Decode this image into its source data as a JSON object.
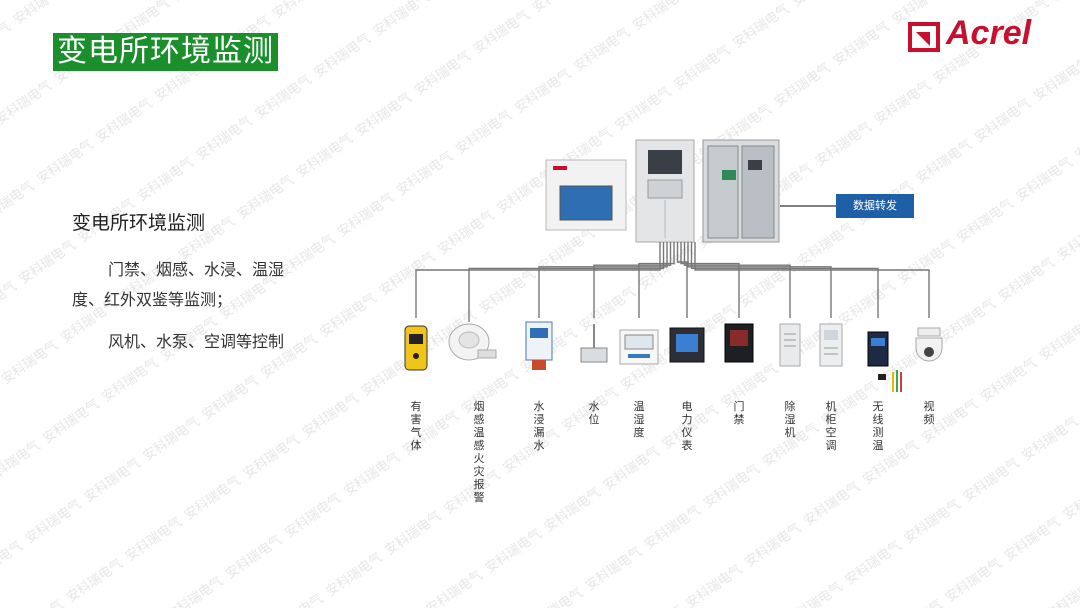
{
  "watermark": "安科瑞电气",
  "title": "变电所环境监测",
  "logo": {
    "text": "Acrel",
    "color": "#c8102e"
  },
  "description": {
    "heading": "变电所环境监测",
    "line1": "门禁、烟感、水浸、温湿",
    "line2": "度、红外双鉴等监测；",
    "line3": "风机、水泵、空调等控制"
  },
  "forward_box": {
    "label": "数据转发",
    "color": "#1f5fa8"
  },
  "devices": [
    {
      "label": "有害气体",
      "icon": "gas-detector-icon"
    },
    {
      "label": "烟感温感火灾报警",
      "icon": "smoke-detector-icon"
    },
    {
      "label": "水浸漏水",
      "icon": "water-leak-sensor-icon"
    },
    {
      "label": "水位",
      "icon": "water-level-sensor-icon"
    },
    {
      "label": "温湿度",
      "icon": "temperature-humidity-sensor-icon"
    },
    {
      "label": "电力仪表",
      "icon": "power-meter-icon"
    },
    {
      "label": "门禁",
      "icon": "access-control-icon"
    },
    {
      "label": "除湿机",
      "icon": "dehumidifier-icon"
    },
    {
      "label": "机柜空调",
      "icon": "cabinet-air-conditioner-icon"
    },
    {
      "label": "无线测温",
      "icon": "wireless-temperature-sensor-icon"
    },
    {
      "label": "视频",
      "icon": "dome-camera-icon"
    }
  ]
}
